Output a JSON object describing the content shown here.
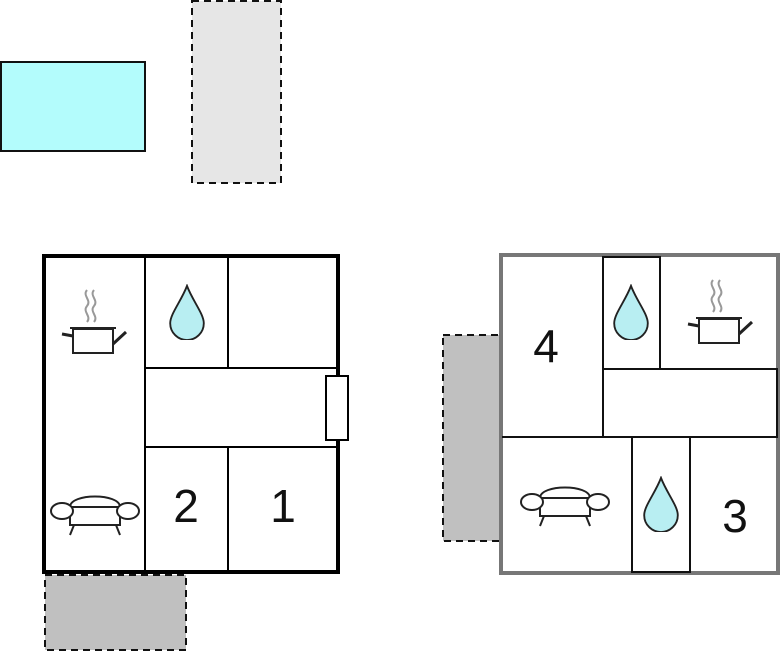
{
  "colors": {
    "pool": "#b3fcfc",
    "terrace_light": "#e6e6e6",
    "terrace_dark": "#c0c0c0",
    "wall_main": "#000000",
    "wall_secondary": "#777777",
    "water_drop": "#b8eef2"
  },
  "house_a": {
    "rooms": [
      {
        "label": "2"
      },
      {
        "label": "1"
      }
    ],
    "icons": [
      "kitchen-pot-icon",
      "bathroom-drop-icon",
      "living-sofa-icon"
    ]
  },
  "house_b": {
    "rooms": [
      {
        "label": "4"
      },
      {
        "label": "3"
      }
    ],
    "icons": [
      "bathroom-drop-icon",
      "kitchen-pot-icon",
      "living-sofa-icon",
      "bathroom-drop-icon"
    ]
  }
}
